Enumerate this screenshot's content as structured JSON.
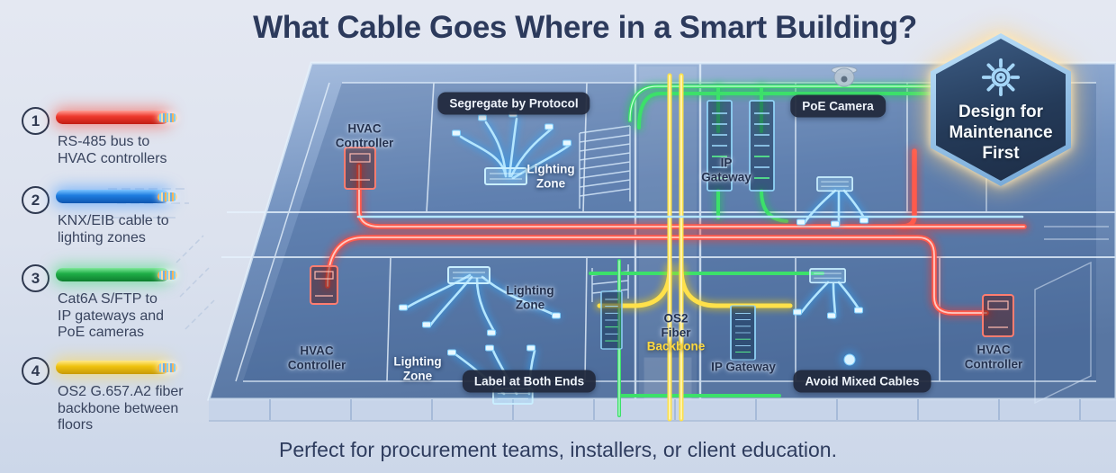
{
  "title": "What Cable Goes Where in a Smart Building?",
  "caption": "Perfect for procurement teams, installers, or client education.",
  "legend": {
    "items": [
      {
        "number": "1",
        "cable": "RS-485 red cable",
        "label": "RS-485 bus to\nHVAC controllers"
      },
      {
        "number": "2",
        "cable": "KNX/EIB blue cable",
        "label": "KNX/EIB cable to\nlighting zones"
      },
      {
        "number": "3",
        "cable": "Cat6A green cable",
        "label": "Cat6A S/FTP to\nIP gateways and\nPoE cameras"
      },
      {
        "number": "4",
        "cable": "OS2 yellow fiber",
        "label": "OS2 G.657.A2 fiber\nbackbone between floors"
      }
    ]
  },
  "diagram": {
    "badges": {
      "segregate": "Segregate by Protocol",
      "poe_camera": "PoE Camera",
      "label_ends": "Label at Both Ends",
      "avoid_mixed": "Avoid Mixed Cables"
    },
    "labels": {
      "hvac_top": "HVAC\nController",
      "lighting_top": "Lighting\nZone",
      "ip_gateway_top": "IP\nGateway",
      "lighting_mid": "Lighting\nZone",
      "fiber_top": "OS2\nFiber",
      "fiber_bottom": "Backbone",
      "ip_gateway_bottom": "IP Gateway",
      "hvac_bottom_left": "HVAC\nController",
      "lighting_bottom": "Lighting\nZone",
      "hvac_bottom_right": "HVAC\nController"
    },
    "hex_badge": {
      "label": "Design for\nMaintenance\nFirst",
      "icon": "gear-icon"
    }
  },
  "colors": {
    "rs485_red": "#ee3a2e",
    "knx_blue": "#1e7de0",
    "cat6a_green": "#1fae47",
    "fiber_yellow": "#f0c310",
    "title_navy": "#2c3a5c",
    "badge_bg": "#20283b"
  }
}
